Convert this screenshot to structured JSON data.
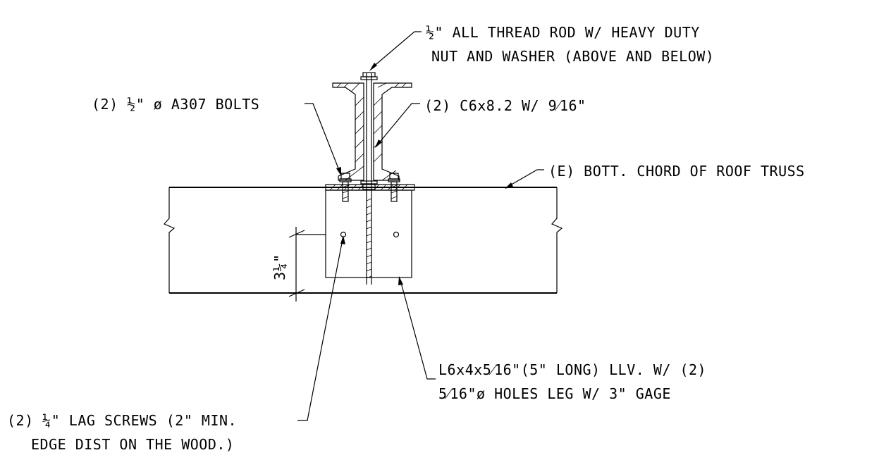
{
  "labels": {
    "rod_line1": "½\" ALL THREAD ROD W/ HEAVY DUTY",
    "rod_line2": "NUT AND WASHER (ABOVE AND BELOW)",
    "bolts": "(2) ½\" ø A307 BOLTS",
    "channel": "(2) C6x8.2 W/ 9⁄16\"",
    "truss": "(E) BOTT. CHORD OF ROOF TRUSS",
    "angle_line1": "L6x4x5⁄16\"(5\" LONG) LLV. W/ (2)",
    "angle_line2": "5⁄16\"ø HOLES LEG W/ 3\" GAGE",
    "lag_line1": "(2) ¼\" LAG SCREWS (2\" MIN.",
    "lag_line2": "EDGE DIST ON THE WOOD.)",
    "dim_edge": "3¼\""
  }
}
